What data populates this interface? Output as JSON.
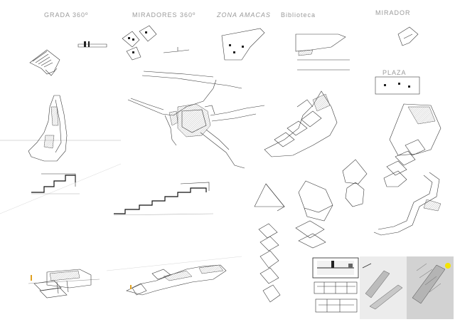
{
  "labels": {
    "grada": "GRADA 360º",
    "miradores": "MIRADORES 360º",
    "zona_amacas": "ZONA AMACAS",
    "biblioteca": "Biblioteca",
    "mirador": "MIRADOR",
    "plaza": "PLAZA"
  },
  "colors": {
    "line": "#3a3a3a",
    "label": "#9a9a9a",
    "accent_figure": "#e0a020",
    "highlight": "#f5e400"
  }
}
